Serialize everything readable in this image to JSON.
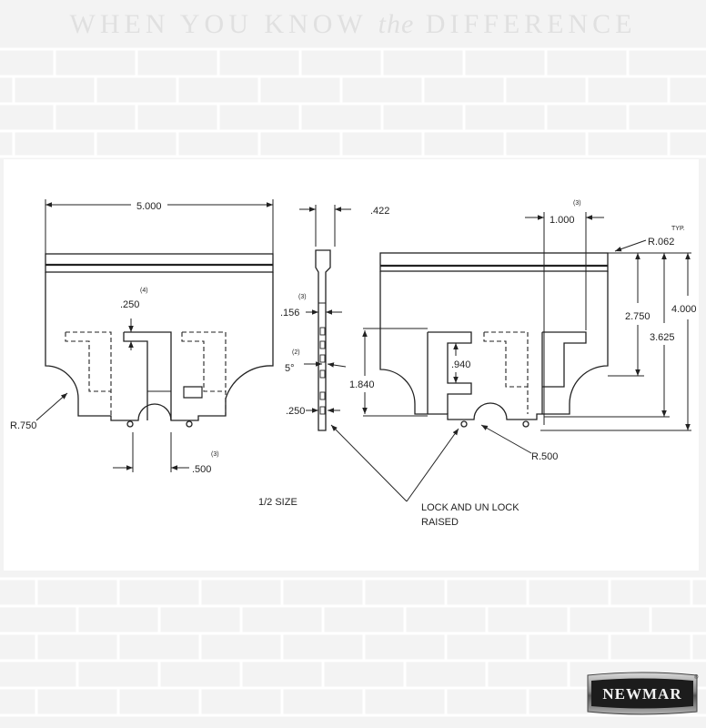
{
  "tagline": {
    "part1": "WHEN YOU KNOW",
    "the": "the",
    "part2": "DIFFERENCE"
  },
  "drawing": {
    "dim_width": "5.000",
    "dim_thickness": ".422",
    "dim_slot": ".250",
    "dim_slot_note": "(4)",
    "dim_156": ".156",
    "dim_156_note": "(3)",
    "dim_angle": "5°",
    "dim_angle_note": "(2)",
    "dim_side_250": ".250",
    "dim_500": ".500",
    "dim_500_note": "(3)",
    "dim_radius_left": "R.750",
    "scale_note": "1/2 SIZE",
    "dim_1840": "1.840",
    "dim_940": ".940",
    "dim_1000": "1.000",
    "dim_1000_note": "(3)",
    "dim_r062": "R.062",
    "dim_typ": "TYP.",
    "dim_2750": "2.750",
    "dim_3625": "3.625",
    "dim_4000": "4.000",
    "dim_r500": "R.500",
    "callout_line1": "LOCK AND UN LOCK",
    "callout_line2": "RAISED"
  },
  "logo": {
    "text": "NEWMAR",
    "mark": "®"
  }
}
